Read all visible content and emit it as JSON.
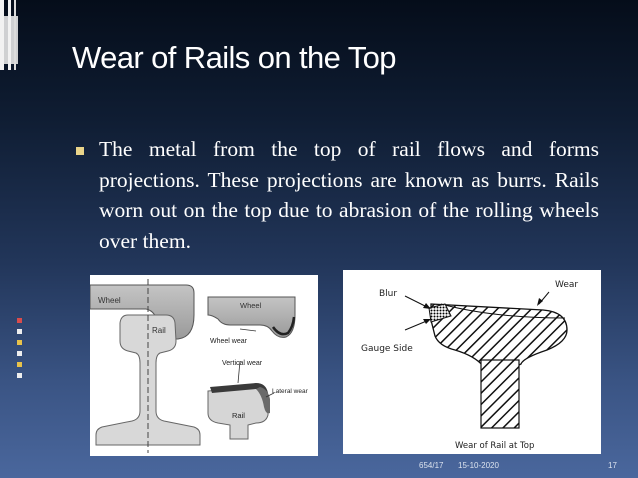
{
  "title": "Wear of Rails on the Top",
  "bullet": "The metal from the top of rail flows and forms projections. These projections are known as burrs. Rails worn out on the top due to abrasion of the rolling wheels over them.",
  "figure_left": {
    "labels": {
      "wheel_big": "Wheel",
      "rail": "Rail",
      "wheel_small": "Wheel",
      "wheel_wear": "Wheel wear",
      "vertical_wear": "Vertical wear",
      "lateral_wear": "Lateral wear",
      "rail_small": "Rail"
    }
  },
  "figure_right": {
    "labels": {
      "blur": "Blur",
      "wear": "Wear",
      "gauge_side": "Gauge Side",
      "caption": "Wear of Rail at Top"
    }
  },
  "footer": {
    "code": "654/17",
    "date": "15-10-2020",
    "page": "17"
  },
  "colors": {
    "background_top": "#050d1a",
    "background_bottom": "#4a679d",
    "bullet": "#e9d48a"
  }
}
